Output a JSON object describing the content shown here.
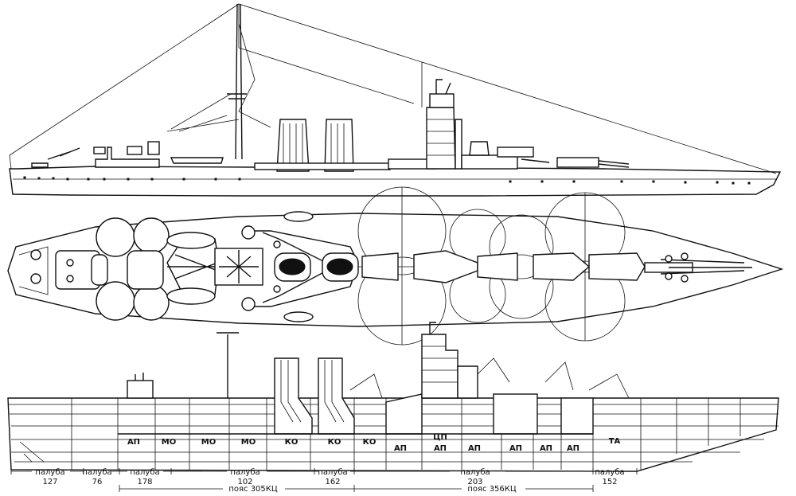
{
  "colors": {
    "ink": "#111111",
    "paper": "#ffffff"
  },
  "compartments": {
    "ap1": "АП",
    "mo1": "МО",
    "mo2": "МО",
    "mo3": "МО",
    "ko1": "КО",
    "ko2": "КО",
    "ko3": "КО",
    "ap2": "АП",
    "cp": "ЦП",
    "ap3": "АП",
    "ap4": "АП",
    "ap5": "АП",
    "ap6": "АП",
    "ap7": "АП",
    "ta": "ТА"
  },
  "deck_segments": [
    {
      "label": "палуба",
      "value": "127"
    },
    {
      "label": "палуба",
      "value": "76"
    },
    {
      "label": "палуба",
      "value": "178"
    },
    {
      "label": "палуба",
      "value": "102"
    },
    {
      "label": "палуба",
      "value": "162"
    },
    {
      "label": "палуба",
      "value": "203"
    },
    {
      "label": "палуба",
      "value": "152"
    }
  ],
  "belts": [
    {
      "label": "пояс 305КЦ"
    },
    {
      "label": "пояс 356КЦ"
    }
  ]
}
